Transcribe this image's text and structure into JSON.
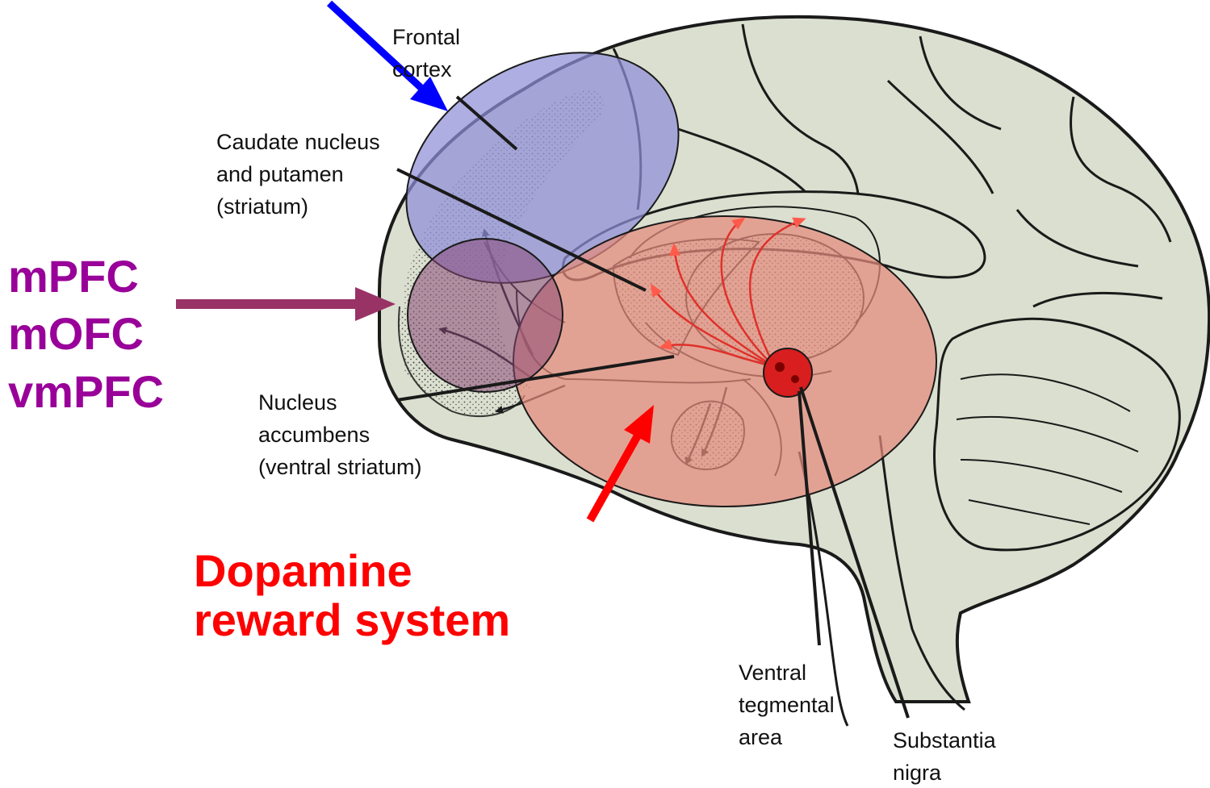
{
  "labels": {
    "frontal_cortex": [
      "Frontal",
      "cortex"
    ],
    "caudate": [
      "Caudate nucleus",
      "and putamen",
      "(striatum)"
    ],
    "accumbens": [
      "Nucleus",
      "accumbens",
      "(ventral striatum)"
    ],
    "vta": [
      "Ventral",
      "tegmental",
      "area"
    ],
    "substantia": [
      "Substantia",
      "nigra"
    ]
  },
  "highlights": {
    "prefrontal": [
      "mPFC",
      "mOFC",
      "vmPFC"
    ],
    "reward": [
      "Dopamine",
      "reward system"
    ]
  },
  "colors": {
    "brain_fill": "#dadfcf",
    "brain_stroke": "#1a1a1a",
    "frontal_highlight": "#8f8fd8",
    "prefrontal_highlight": "#8a4a78",
    "reward_highlight": "#e58a7c",
    "purple_text": "#990099",
    "red_text": "#ff0000",
    "blue_arrow": "#0000ff",
    "purple_arrow": "#993366",
    "red_arrow": "#ff0000",
    "dopamine_path": "#e0302a"
  }
}
